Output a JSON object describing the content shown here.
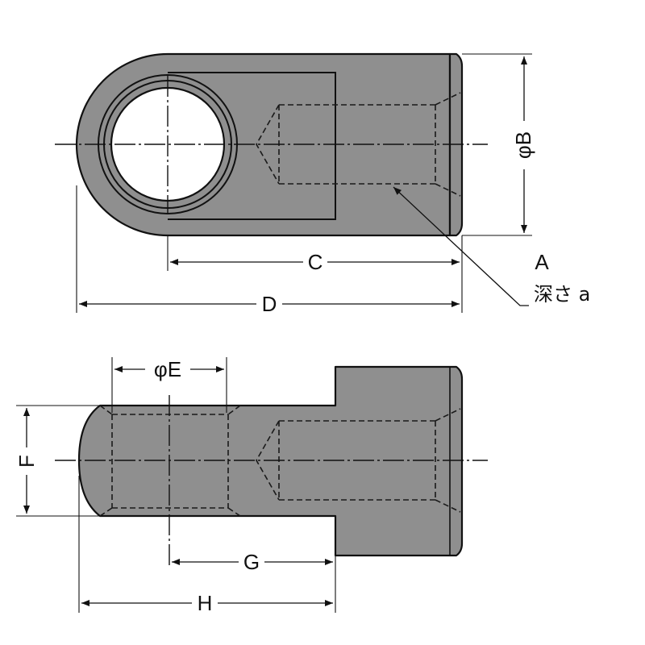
{
  "labels": {
    "dim_b": "φB",
    "dim_c": "C",
    "dim_d": "D",
    "dim_e": "φE",
    "dim_f": "F",
    "dim_g": "G",
    "dim_h": "H",
    "thread_a": "A",
    "depth_a": "深さ a"
  },
  "colors": {
    "part_fill": "#8f8f8f",
    "line": "#111111",
    "background": "#ffffff"
  }
}
